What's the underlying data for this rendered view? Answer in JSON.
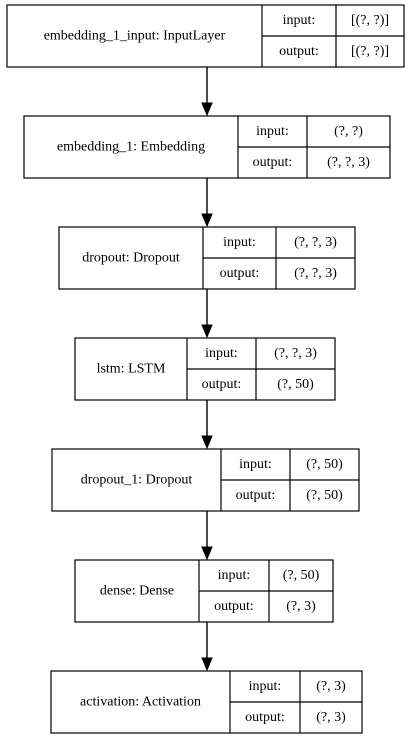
{
  "layers": [
    {
      "name": "embedding_1_input: InputLayer",
      "input_label": "input:",
      "output_label": "output:",
      "input_shape": "[(?, ?)]",
      "output_shape": "[(?, ?)]"
    },
    {
      "name": "embedding_1: Embedding",
      "input_label": "input:",
      "output_label": "output:",
      "input_shape": "(?, ?)",
      "output_shape": "(?, ?, 3)"
    },
    {
      "name": "dropout: Dropout",
      "input_label": "input:",
      "output_label": "output:",
      "input_shape": "(?, ?, 3)",
      "output_shape": "(?, ?, 3)"
    },
    {
      "name": "lstm: LSTM",
      "input_label": "input:",
      "output_label": "output:",
      "input_shape": "(?, ?, 3)",
      "output_shape": "(?, 50)"
    },
    {
      "name": "dropout_1: Dropout",
      "input_label": "input:",
      "output_label": "output:",
      "input_shape": "(?, 50)",
      "output_shape": "(?, 50)"
    },
    {
      "name": "dense: Dense",
      "input_label": "input:",
      "output_label": "output:",
      "input_shape": "(?, 50)",
      "output_shape": "(?, 3)"
    },
    {
      "name": "activation: Activation",
      "input_label": "input:",
      "output_label": "output:",
      "input_shape": "(?, 3)",
      "output_shape": "(?, 3)"
    }
  ]
}
